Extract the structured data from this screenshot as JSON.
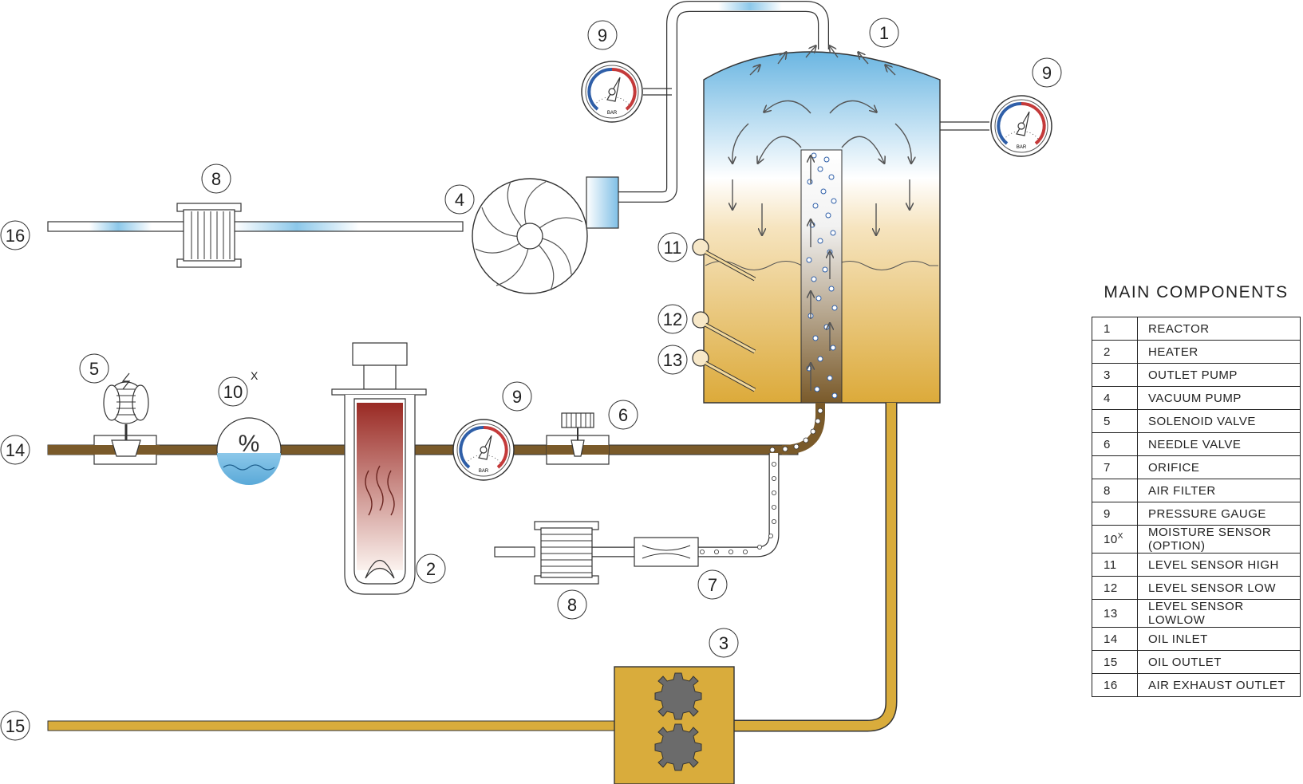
{
  "legend": {
    "title": "MAIN COMPONENTS",
    "items": [
      {
        "num": "1",
        "sup": "",
        "label": "REACTOR"
      },
      {
        "num": "2",
        "sup": "",
        "label": "HEATER"
      },
      {
        "num": "3",
        "sup": "",
        "label": "OUTLET PUMP"
      },
      {
        "num": "4",
        "sup": "",
        "label": "VACUUM PUMP"
      },
      {
        "num": "5",
        "sup": "",
        "label": "SOLENOID VALVE"
      },
      {
        "num": "6",
        "sup": "",
        "label": "NEEDLE VALVE"
      },
      {
        "num": "7",
        "sup": "",
        "label": "ORIFICE"
      },
      {
        "num": "8",
        "sup": "",
        "label": "AIR FILTER"
      },
      {
        "num": "9",
        "sup": "",
        "label": "PRESSURE GAUGE"
      },
      {
        "num": "10",
        "sup": "X",
        "label": "MOISTURE SENSOR (OPTION)"
      },
      {
        "num": "11",
        "sup": "",
        "label": "LEVEL SENSOR HIGH"
      },
      {
        "num": "12",
        "sup": "",
        "label": "LEVEL SENSOR LOW"
      },
      {
        "num": "13",
        "sup": "",
        "label": "LEVEL SENSOR LOWLOW"
      },
      {
        "num": "14",
        "sup": "",
        "label": "OIL INLET"
      },
      {
        "num": "15",
        "sup": "",
        "label": "OIL OUTLET"
      },
      {
        "num": "16",
        "sup": "",
        "label": "AIR EXHAUST OUTLET"
      }
    ]
  },
  "callouts": {
    "reactor": "1",
    "heater": "2",
    "outlet_pump": "3",
    "vacuum_pump": "4",
    "solenoid_valve": "5",
    "needle_valve": "6",
    "orifice": "7",
    "air_filter_top": "8",
    "air_filter_bottom": "8",
    "gauge_top": "9",
    "gauge_right": "9",
    "gauge_inlet": "9",
    "moisture_sensor": "10",
    "moisture_sensor_sup": "X",
    "level_high": "11",
    "level_low": "12",
    "level_lowlow": "13",
    "oil_inlet": "14",
    "oil_outlet": "15",
    "air_exhaust": "16"
  },
  "gauge_unit": "BAR",
  "moisture_symbol": "%",
  "colors": {
    "oil_inlet": "#7a5a2a",
    "oil_outlet": "#d9ac3c",
    "air": "#7fbfe6",
    "heater": "#9a2a24",
    "gauge_red": "#c43a3a",
    "gauge_blue": "#2f5fa8",
    "pump_gear": "#6b6b6b"
  }
}
